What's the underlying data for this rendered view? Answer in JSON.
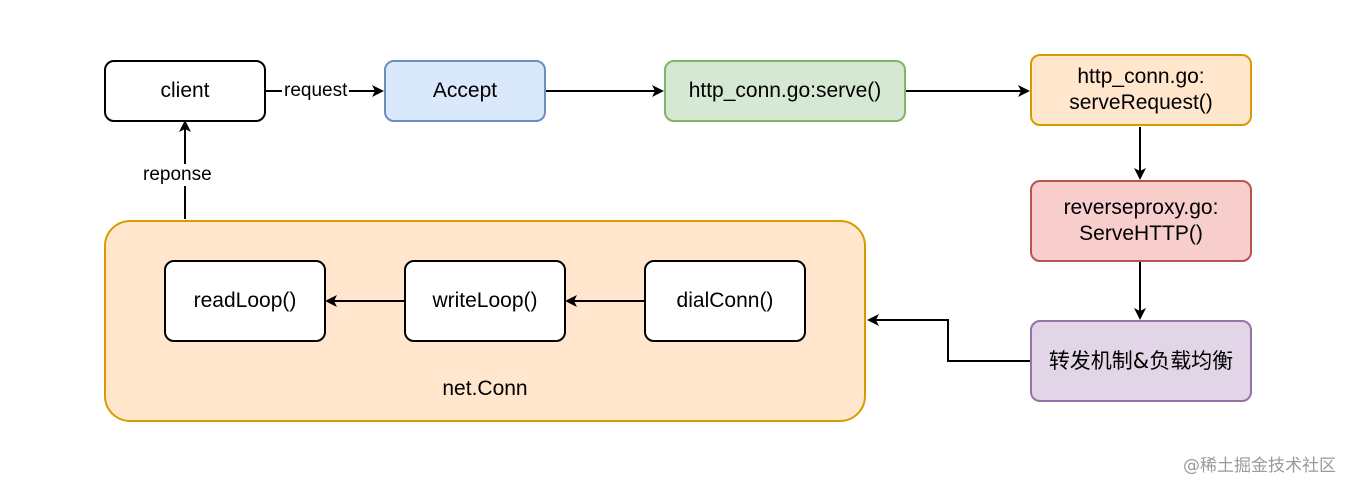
{
  "diagram": {
    "nodes": {
      "client": "client",
      "accept": "Accept",
      "serve": "http_conn.go:serve()",
      "serve_request": "http_conn.go:\nserveRequest()",
      "reverseproxy": "reverseproxy.go:\nServeHTTP()",
      "lb": "转发机制&负载均衡",
      "netconn": "net.Conn",
      "readloop": "readLoop()",
      "writeloop": "writeLoop()",
      "dialconn": "dialConn()"
    },
    "edge_labels": {
      "request": "request",
      "response": "reponse"
    }
  },
  "watermark": "@稀土掘金技术社区",
  "colors": {
    "accept_fill": "#dae8fc",
    "accept_stroke": "#6c8ebf",
    "serve_fill": "#d5e8d4",
    "serve_stroke": "#82b366",
    "orange_fill": "#ffe6cc",
    "orange_stroke": "#d79b00",
    "red_fill": "#f8cecc",
    "red_stroke": "#b85450",
    "purple_fill": "#e1d5e7",
    "purple_stroke": "#9673a6"
  }
}
